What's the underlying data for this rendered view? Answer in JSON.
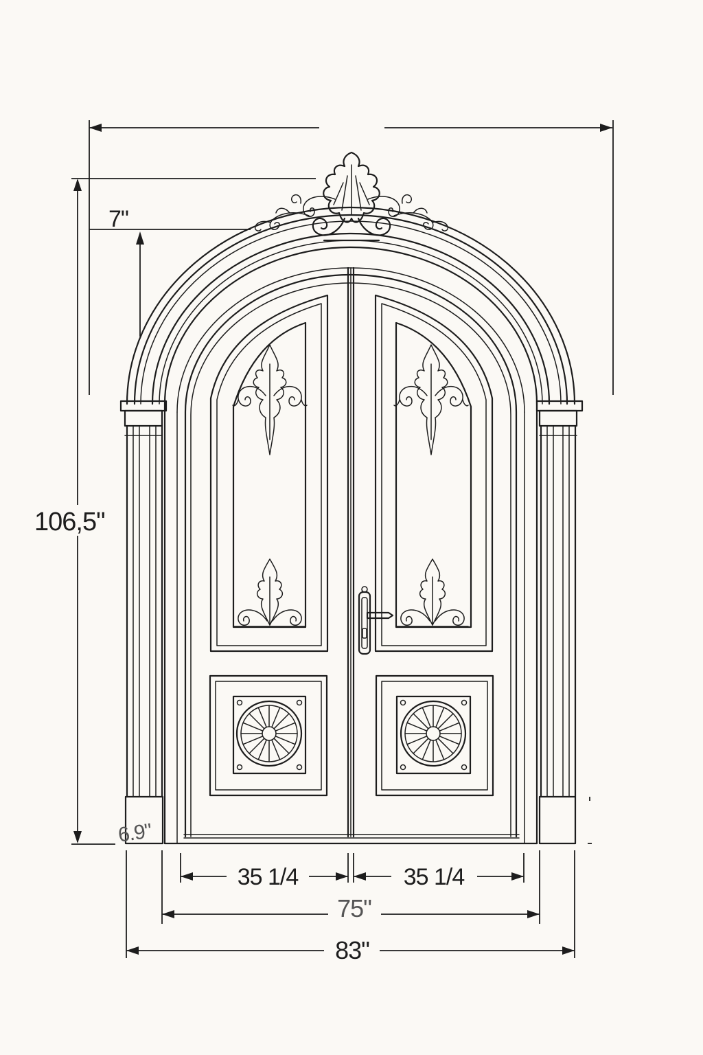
{
  "dimensions": {
    "overall_height": "106,5\"",
    "crown_offset": "7\"",
    "plinth": "6.9\"",
    "leaf_left_width": "35 1/4",
    "leaf_right_width": "35 1/4",
    "opening_width": "75\"",
    "overall_width": "83\""
  },
  "colors": {
    "background": "#fbf9f5",
    "line": "#1d1d1d"
  }
}
